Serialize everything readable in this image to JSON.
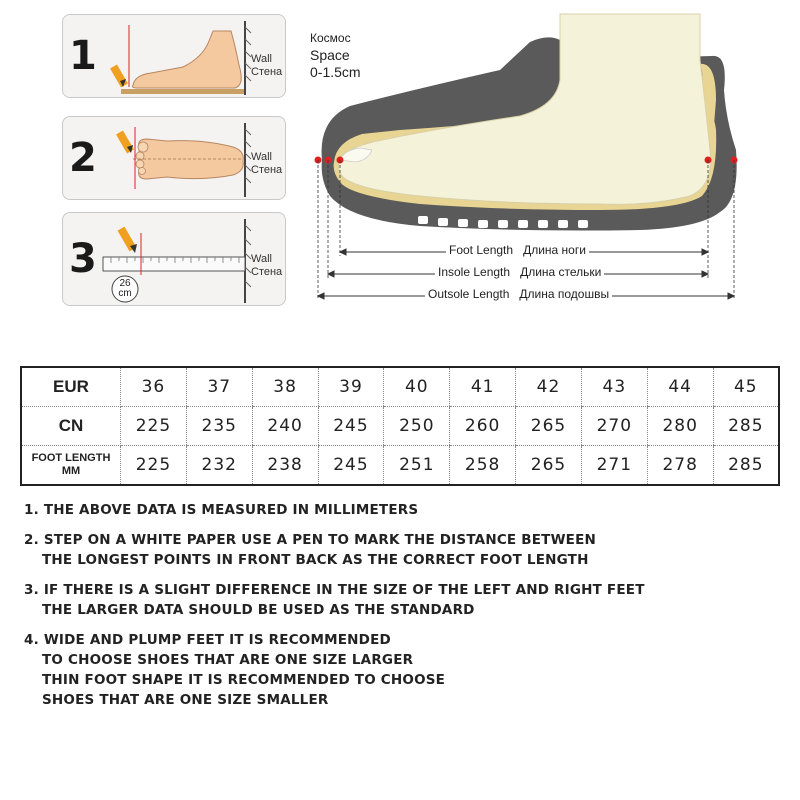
{
  "steps": [
    {
      "number": "1",
      "wall": "Wall",
      "wall_ru": "Стена"
    },
    {
      "number": "2",
      "wall": "Wall",
      "wall_ru": "Стена"
    },
    {
      "number": "3",
      "wall": "Wall",
      "wall_ru": "Стена",
      "ruler_badge": "26",
      "ruler_badge_unit": "cm"
    }
  ],
  "diagram": {
    "space_ru": "Космос",
    "space_en": "Space",
    "space_range": "0-1.5",
    "space_unit": "cm",
    "foot_length": "Foot Length",
    "foot_length_ru": "Длина ноги",
    "insole_length": "Insole Length",
    "insole_length_ru": "Длина стельки",
    "outsole_length": "Outsole Length",
    "outsole_length_ru": "Длина подошвы",
    "colors": {
      "sole": "#5a5a5a",
      "insole": "#e8d593",
      "foot": "#f5f2da",
      "marker": "#e02020"
    }
  },
  "size_table": {
    "rows": [
      {
        "label": "EUR",
        "values": [
          "36",
          "37",
          "38",
          "39",
          "40",
          "41",
          "42",
          "43",
          "44",
          "45"
        ]
      },
      {
        "label": "CN",
        "values": [
          "225",
          "235",
          "240",
          "245",
          "250",
          "260",
          "265",
          "270",
          "280",
          "285"
        ]
      },
      {
        "label_line1": "FOOT LENGTH",
        "label_line2": "MM",
        "values": [
          "225",
          "232",
          "238",
          "245",
          "251",
          "258",
          "265",
          "271",
          "278",
          "285"
        ]
      }
    ]
  },
  "notes": [
    {
      "lines": [
        "1. THE ABOVE DATA IS MEASURED IN MILLIMETERS"
      ]
    },
    {
      "lines": [
        "2. STEP ON A WHITE PAPER USE A PEN TO MARK THE DISTANCE BETWEEN",
        "THE LONGEST POINTS IN FRONT BACK AS THE CORRECT FOOT LENGTH"
      ]
    },
    {
      "lines": [
        "3. IF THERE IS A SLIGHT DIFFERENCE IN THE SIZE OF THE LEFT AND RIGHT FEET",
        "THE LARGER DATA SHOULD BE USED AS THE STANDARD"
      ]
    },
    {
      "lines": [
        "4. WIDE AND PLUMP FEET IT IS RECOMMENDED",
        "TO CHOOSE SHOES THAT ARE ONE SIZE LARGER",
        "THIN FOOT SHAPE IT IS RECOMMENDED TO CHOOSE",
        "SHOES THAT ARE ONE SIZE SMALLER"
      ]
    }
  ]
}
